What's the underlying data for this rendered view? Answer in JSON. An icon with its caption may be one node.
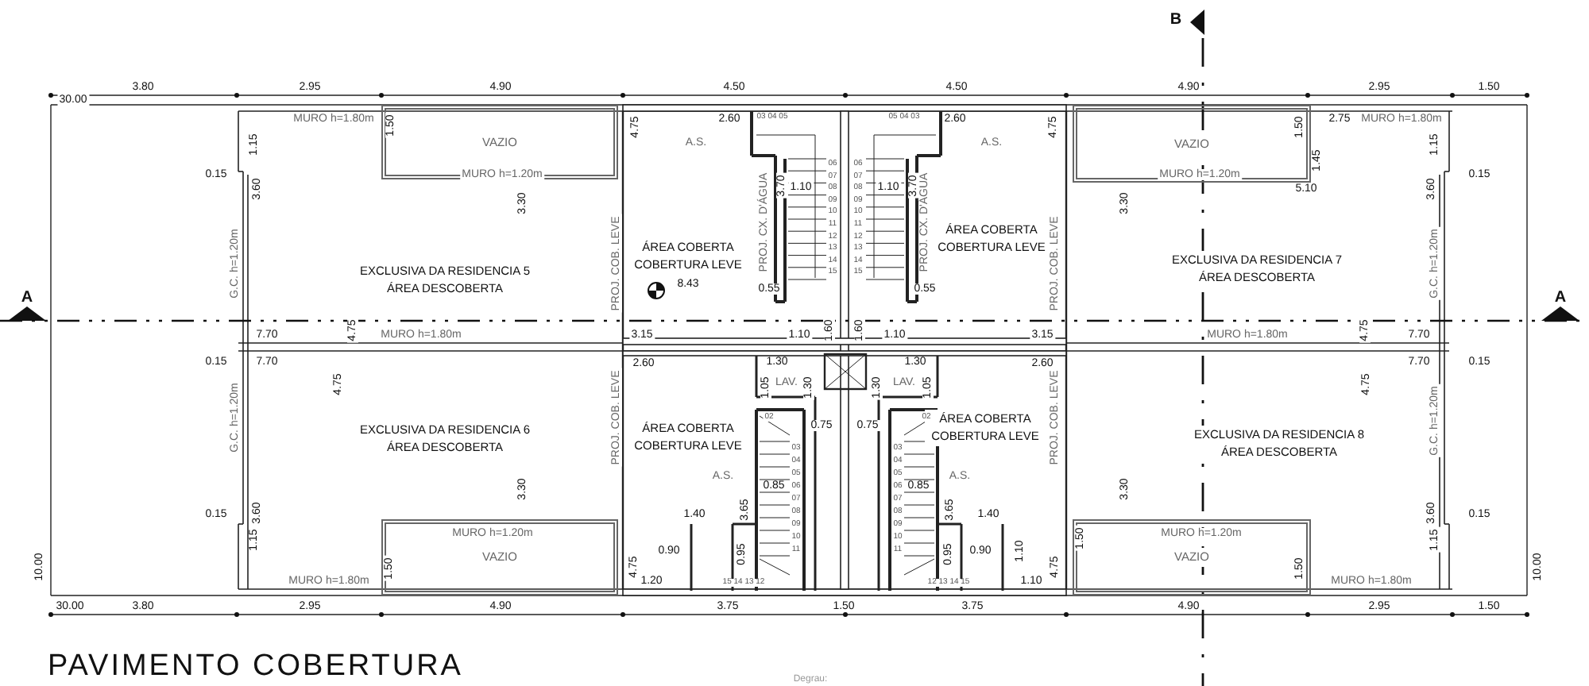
{
  "diagram": {
    "title": "PAVIMENTO COBERTURA",
    "nodes": [
      {
        "text": [
          "EXCLUSIVA DA RESIDENCIA 5 ÁREA DESCOBERTA"
        ]
      },
      {
        "text": [
          "VAZIO"
        ]
      },
      {
        "text": [
          "ÁREA COBERTA COBERTURA LEVE"
        ]
      },
      {
        "text": [
          "ÁREA COBERTA COBERTURA LEVE"
        ]
      },
      {
        "text": [
          "EXCLUSIVA DA RESIDENCIA 7 ÁREA DESCOBERTA"
        ]
      },
      {
        "text": [
          "VAZIO"
        ]
      },
      {
        "text": [
          "EXCLUSIVA DA RESIDENCIA 6 ÁREA DESCOBERTA"
        ]
      },
      {
        "text": [
          "VAZIO"
        ]
      },
      {
        "text": [
          "ÁREA COBERTA COBERTURA LEVE"
        ]
      },
      {
        "text": [
          "ÁREA COBERTA COBERTURA LEVE"
        ]
      },
      {
        "text": [
          "EXCLUSIVA DA RESIDENCIA 8 ÁREA DESCOBERTA"
        ]
      },
      {
        "text": [
          "VAZIO"
        ]
      }
    ],
    "labels": [
      "B",
      "3.80",
      "2.95",
      "4.90",
      "4.50",
      "4.50",
      "4.90",
      "2.95",
      "1.50",
      "30.00",
      "MURO h=1.80m",
      "1.50",
      "4.75",
      "2.60",
      "03 04 05",
      "05 04 03",
      "2.60",
      "4.75",
      "1.50",
      "2.75",
      "MURO h=1.80m",
      "1.15",
      "A.S.",
      "A.S.",
      "1.15",
      "1.45",
      "0.15",
      "MURO h=1.20m",
      "MURO h=1.20m",
      "0.15",
      "3.60",
      "3.70",
      "1.10",
      "1.10",
      "3.70",
      "5.10",
      "3.60",
      "3.30",
      "3.30",
      "PROJ. CX. D'ÁGUA",
      "06 07 08 09 10 11 12 13 14 15",
      "06 07 08 09 10 11 12 13 14 15",
      "PROJ. CX. D'ÁGUA",
      "G.C. h=1.20m",
      "PROJ. COB. LEVE",
      "PROJ. COB. LEVE",
      "G.C. h=1.20m",
      "8.43",
      "0.55",
      "0.55",
      "A",
      "A",
      "7.70",
      "4.75",
      "MURO h=1.80m",
      "3.15",
      "1.10",
      "1.60",
      "1.60",
      "1.10",
      "3.15",
      "MURO h=1.80m",
      "4.75",
      "7.70",
      "0.15",
      "7.70",
      "2.60",
      "1.30",
      "1.30",
      "2.60",
      "7.70",
      "0.15",
      "4.75",
      "1.05",
      "LAV.",
      "1.30",
      "1.30",
      "LAV.",
      "1.05",
      "4.75",
      "G.C. h=1.20m",
      "PROJ. COB. LEVE",
      "02",
      "0.75",
      "0.75",
      "02",
      "PROJ. COB. LEVE",
      "G.C. h=1.20m",
      "3.30",
      "A.S.",
      "0.85",
      "03 04 05 06 07 08 09 10 11",
      "03 04 05 06 07 08 09 10 11",
      "0.85",
      "A.S.",
      "3.30",
      "0.15",
      "3.60",
      "1.40",
      "3.65",
      "3.65",
      "1.40",
      "3.60",
      "0.15",
      "1.15",
      "MURO h=1.20m",
      "1.50",
      "MURO h=1.20m",
      "1.15",
      "0.90",
      "0.95",
      "0.95",
      "0.90",
      "1.10",
      "10.00",
      "1.50",
      "4.75",
      "4.75",
      "1.50",
      "10.00",
      "MURO h=1.80m",
      "1.20",
      "15 14 13 12",
      "12 13 14 15",
      "1.10",
      "MURO h=1.80m",
      "30.00",
      "3.80",
      "2.95",
      "4.90",
      "3.75",
      "1.50",
      "3.75",
      "4.90",
      "2.95",
      "1.50",
      "Degrau:"
    ]
  }
}
